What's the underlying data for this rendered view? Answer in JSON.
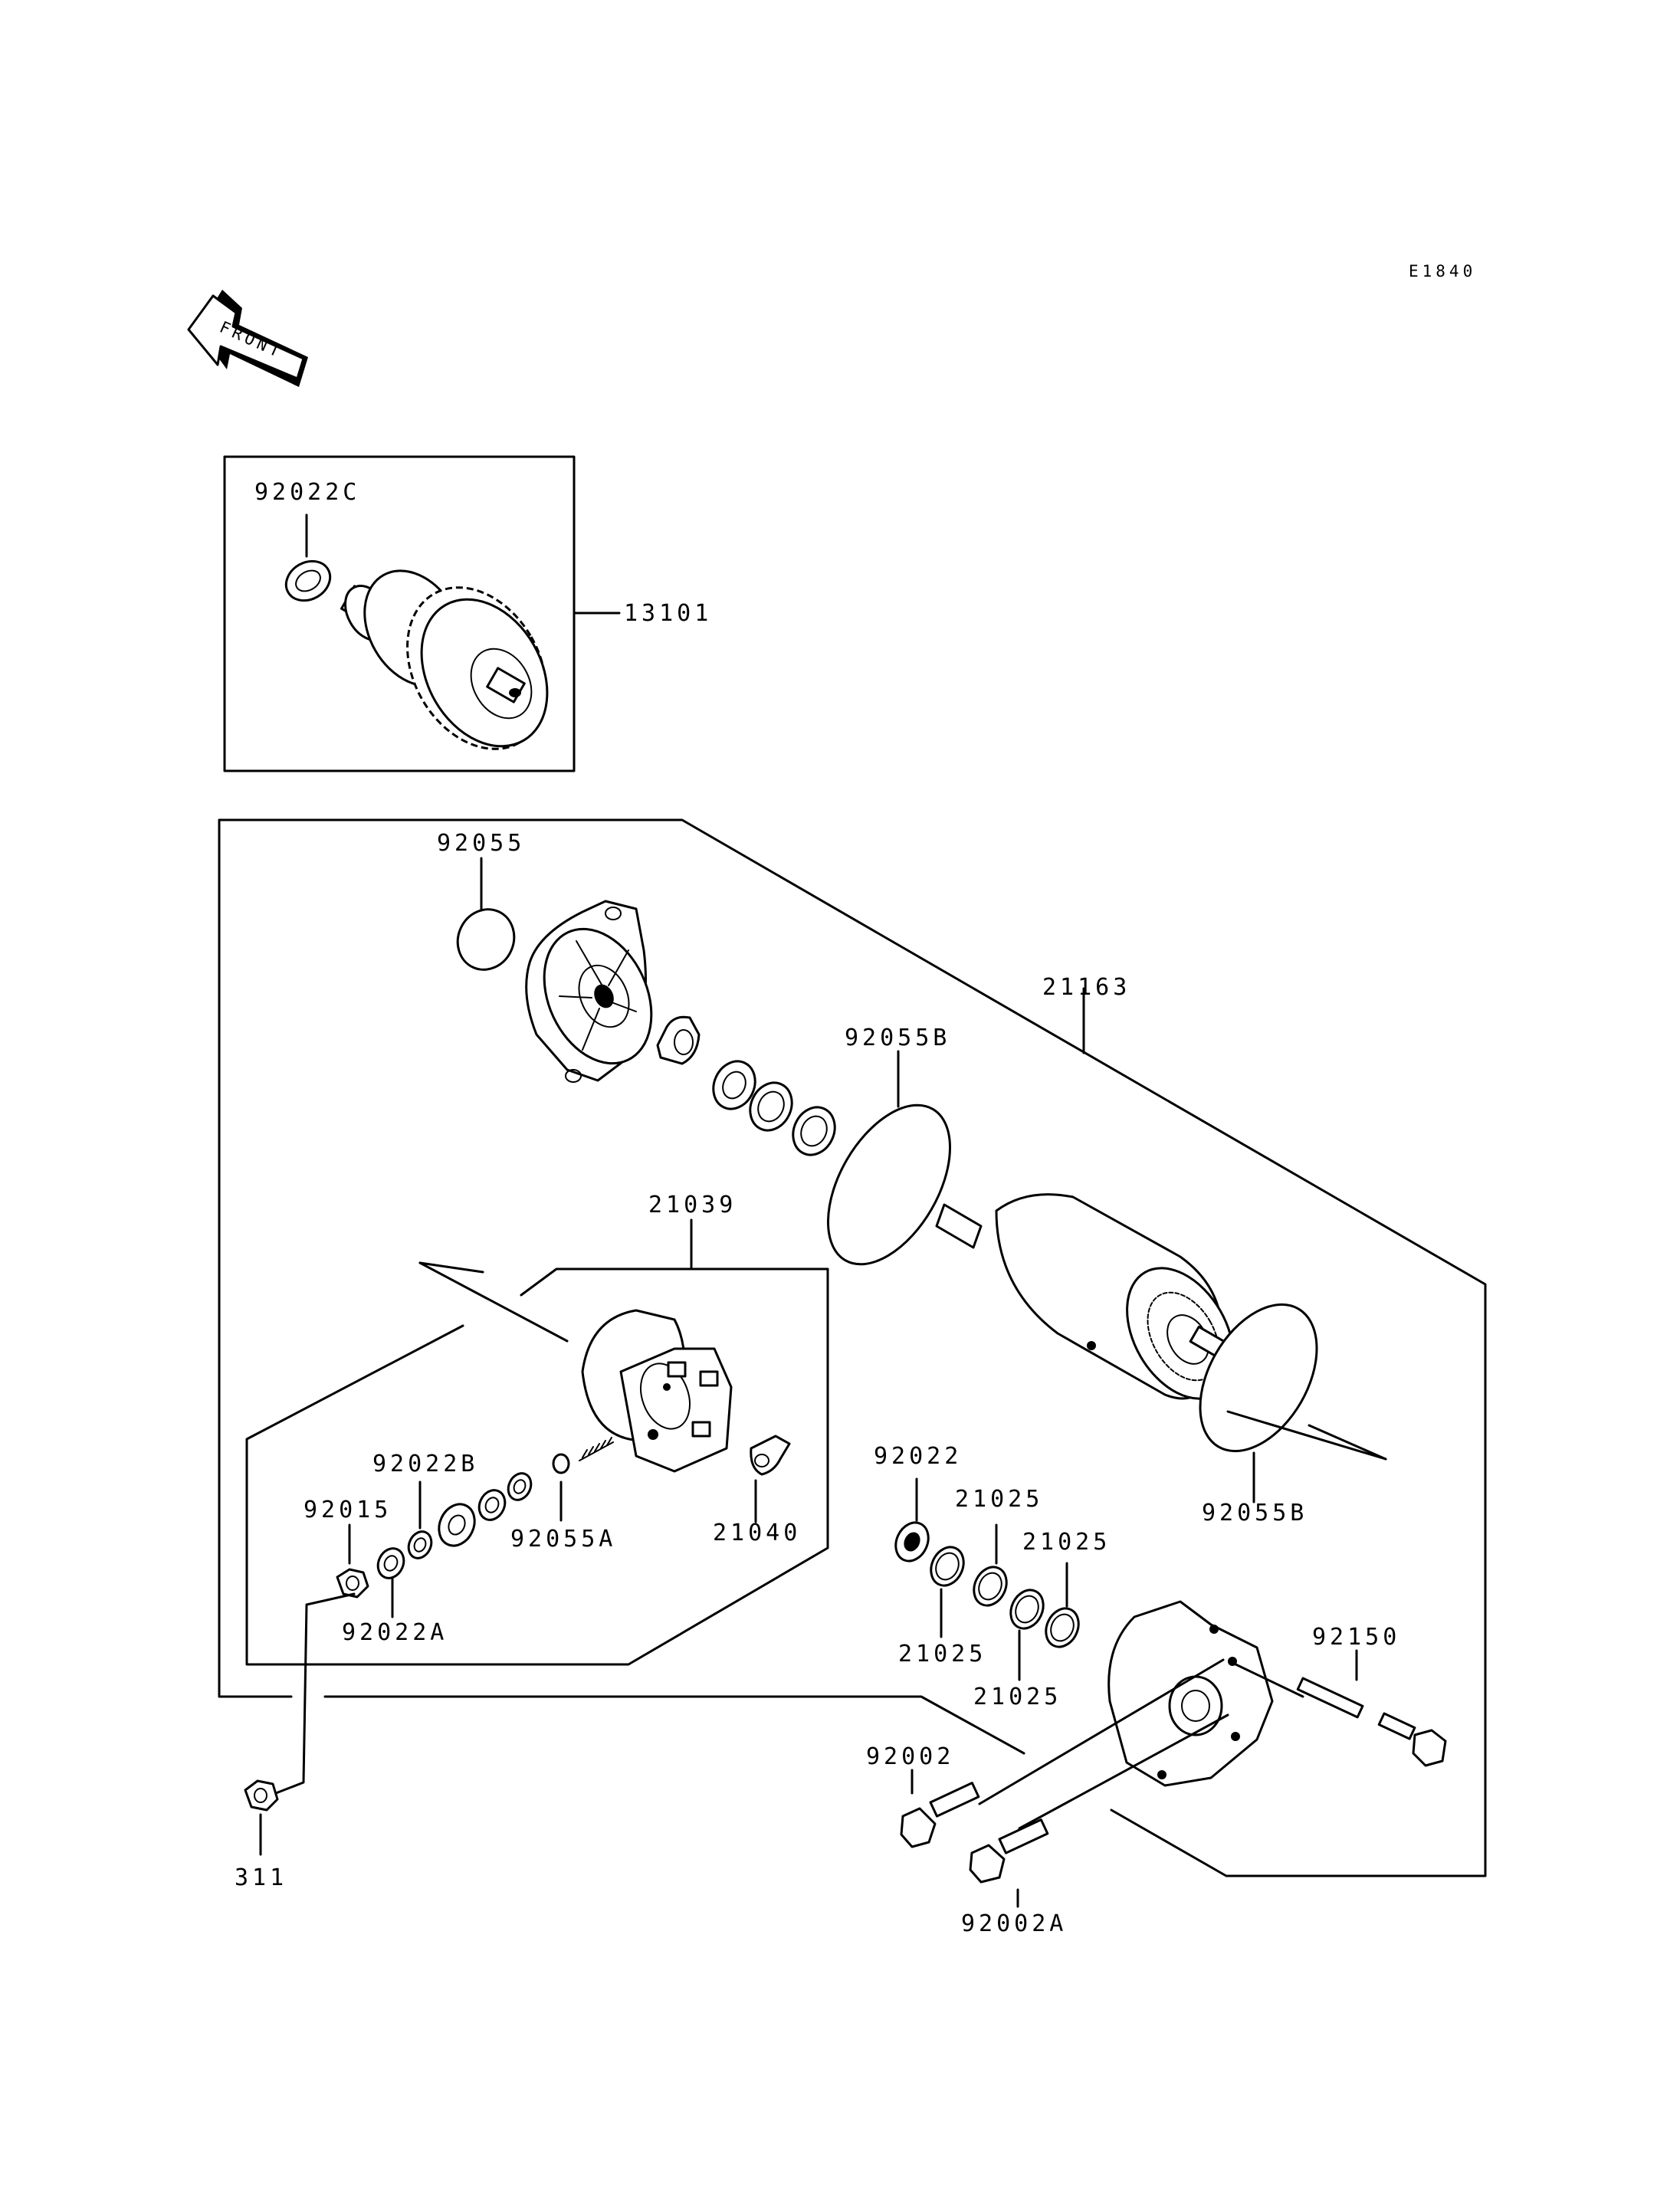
{
  "diagram_code": "E1840",
  "front_label": "FRONT",
  "callouts": {
    "p92022C": "92022C",
    "p13101": "13101",
    "p92055": "92055",
    "p21163": "21163",
    "p92055B_top": "92055B",
    "p21039": "21039",
    "p92022B": "92022B",
    "p92015": "92015",
    "p92055A": "92055A",
    "p21040": "21040",
    "p92022A": "92022A",
    "p92022": "92022",
    "p21025_a": "21025",
    "p21025_b": "21025",
    "p21025_c": "21025",
    "p21025_d": "21025",
    "p92055B_bottom": "92055B",
    "p92150": "92150",
    "p92002": "92002",
    "p92002A": "92002A",
    "p311": "311"
  }
}
